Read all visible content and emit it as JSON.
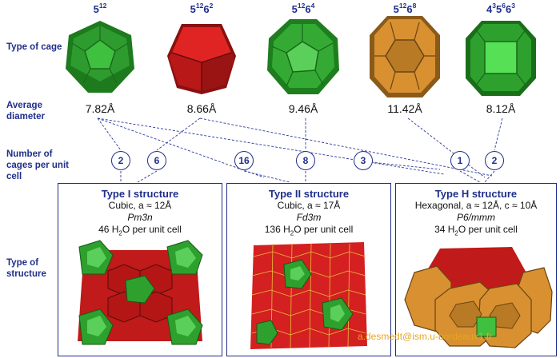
{
  "row_labels": {
    "cage_type": "Type of cage",
    "avg_diameter": "Average diameter",
    "cages_per_cell": "Number of cages per unit cell",
    "structure_type": "Type of structure"
  },
  "cages": [
    {
      "base": "5",
      "sup1": "12",
      "base2": "",
      "sup2": "",
      "base3": "",
      "sup3": "",
      "diameter": "7.82Å",
      "color": "#2e9b2e"
    },
    {
      "base": "5",
      "sup1": "12",
      "base2": "6",
      "sup2": "2",
      "base3": "",
      "sup3": "",
      "diameter": "8.66Å",
      "color": "#d42020"
    },
    {
      "base": "5",
      "sup1": "12",
      "base2": "6",
      "sup2": "4",
      "base3": "",
      "sup3": "",
      "diameter": "9.46Å",
      "color": "#33a833"
    },
    {
      "base": "5",
      "sup1": "12",
      "base2": "6",
      "sup2": "8",
      "base3": "",
      "sup3": "",
      "diameter": "11.42Å",
      "color": "#d89030"
    },
    {
      "base": "4",
      "sup1": "3",
      "base2": "5",
      "sup2": "6",
      "base3": "6",
      "sup3": "3",
      "diameter": "8.12Å",
      "color": "#2ea02e"
    }
  ],
  "counts": [
    "2",
    "6",
    "16",
    "8",
    "3",
    "1",
    "2"
  ],
  "structures": [
    {
      "title": "Type I structure",
      "line1": "Cubic, a ≈ 12Å",
      "space_group": "Pm3n",
      "water_pre": "46 H",
      "water_sub": "2",
      "water_post": "O per unit cell"
    },
    {
      "title": "Type II structure",
      "line1": "Cubic, a ≈ 17Å",
      "space_group": "Fd3m",
      "water_pre": "136 H",
      "water_sub": "2",
      "water_post": "O per unit cell"
    },
    {
      "title": "Type H structure",
      "line1": "Hexagonal, a ≈ 12Å, c ≈ 10Å",
      "space_group": "P6/mmm",
      "water_pre": "34 H",
      "water_sub": "2",
      "water_post": "O per unit cell"
    }
  ],
  "email": "a.desmedt@ism.u-bordeaux1.fr",
  "colors": {
    "accent": "#1f2f8c",
    "green": "#2e9b2e",
    "red": "#d42020",
    "orange": "#d89030",
    "email": "#e6a623"
  }
}
